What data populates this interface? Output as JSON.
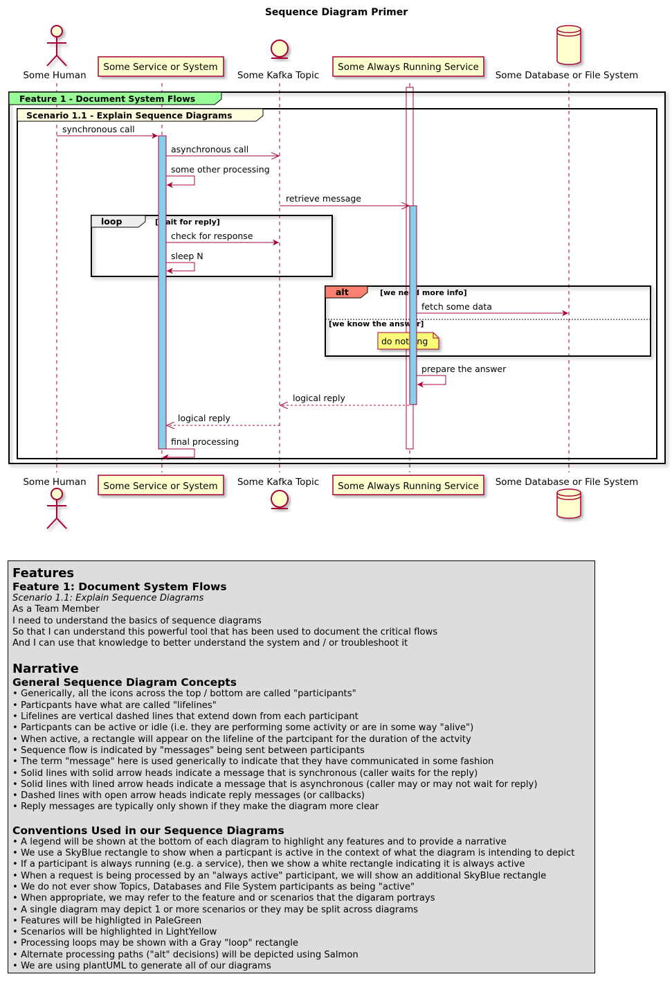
{
  "title": "Sequence Diagram Primer",
  "participants": [
    {
      "name": "Some Human",
      "kind": "actor"
    },
    {
      "name": "Some Service or System",
      "kind": "participant"
    },
    {
      "name": "Some Kafka Topic",
      "kind": "entity"
    },
    {
      "name": "Some Always Running Service",
      "kind": "participant"
    },
    {
      "name": "Some Database or File System",
      "kind": "database"
    }
  ],
  "groups": {
    "feature": "Feature 1 - Document System Flows",
    "scenario": "Scenario 1.1 - Explain Sequence Diagrams",
    "loop_label": "loop",
    "loop_condition": "[wait for reply]",
    "alt_label": "alt",
    "alt_condition": "[we need more info]",
    "else_condition": "[we know the answer]",
    "note": "do nothing"
  },
  "messages": [
    "synchronous call",
    "asynchronous call",
    "some other processing",
    "retrieve message",
    "check for response",
    "sleep N",
    "fetch some data",
    "prepare the answer",
    "logical reply",
    "logical reply",
    "final processing"
  ],
  "colors": {
    "participant_fill": "#FEFECE",
    "participant_border": "#A80036",
    "activation": "#87CEEB",
    "feature": "#98FB98",
    "scenario": "#FFFFE0",
    "loop": "#EEEEEE",
    "alt": "#FA8072",
    "note": "#FBFB77",
    "legend_bg": "#DDDDDD"
  },
  "legend": {
    "features_heading": "Features",
    "feature_title": "Feature 1: Document System Flows",
    "scenario_title": "Scenario 1.1: Explain Sequence Diagrams",
    "story": [
      "As a Team Member",
      "I need to understand the basics of sequence diagrams",
      "So that I can understand this powerful tool that has been used to document the critical flows",
      "And I can use that knowledge to better understand the system and / or troubleshoot it"
    ],
    "narrative_heading": "Narrative",
    "concepts_heading": "General Sequence Diagram Concepts",
    "concepts": [
      "Generically, all the icons across the top / bottom are called \"participants\"",
      "Particpants have what are called \"lifelines\"",
      "Lifelines are vertical dashed lines that extend down from each participant",
      "Particpants can be active or idle (i.e. they are performing some activity or are in some way \"alive\")",
      "When active, a rectangle will appear on the lifeline of the partcipant for the duration of the actvity",
      "Sequence flow is indicated by \"messages\" being sent between participants",
      "The term \"message\" here is used generically to indicate that they have communicated in some fashion",
      "Solid lines with solid arrow heads indicate a message that is synchronous (caller waits for the reply)",
      "Solid lines with lined arrow heads indicate a message that is asynchronous (caller may or may not wait for reply)",
      "Dashed lines with open arrow heads indicate reply messages (or callbacks)",
      "Reply messages are typically only shown if they make the diagram more clear"
    ],
    "conventions_heading": "Conventions Used in our Sequence Diagrams",
    "conventions": [
      "A legend will be shown at the bottom of each diagram to highlight any features and to provide a narrative",
      "We use a SkyBlue rectangle to show when a particpant is active in the context of what the diagram is intending to depict",
      "If a participant is always running (e.g. a service), then we show a white rectangle indicating it is always active",
      "When a request is being processed by an \"always active\" participant, we will show an additional SkyBlue rectangle",
      "We do not ever show Topics, Databases and File System participants as being \"active\"",
      "When appropriate, we may refer to the feature and or scenarios that the digaram portrays",
      "A single diagram may depict 1 or more scenarios or they may be split across diagrams",
      "Features will be highligted in PaleGreen",
      "Scenarios will be highlighted in LightYellow",
      "Processing loops may be shown with a Gray \"loop\" rectangle",
      "Alternate processing paths (\"alt\" decisions) will be depicted using Salmon",
      "We are using plantUML to generate all of our diagrams"
    ]
  }
}
